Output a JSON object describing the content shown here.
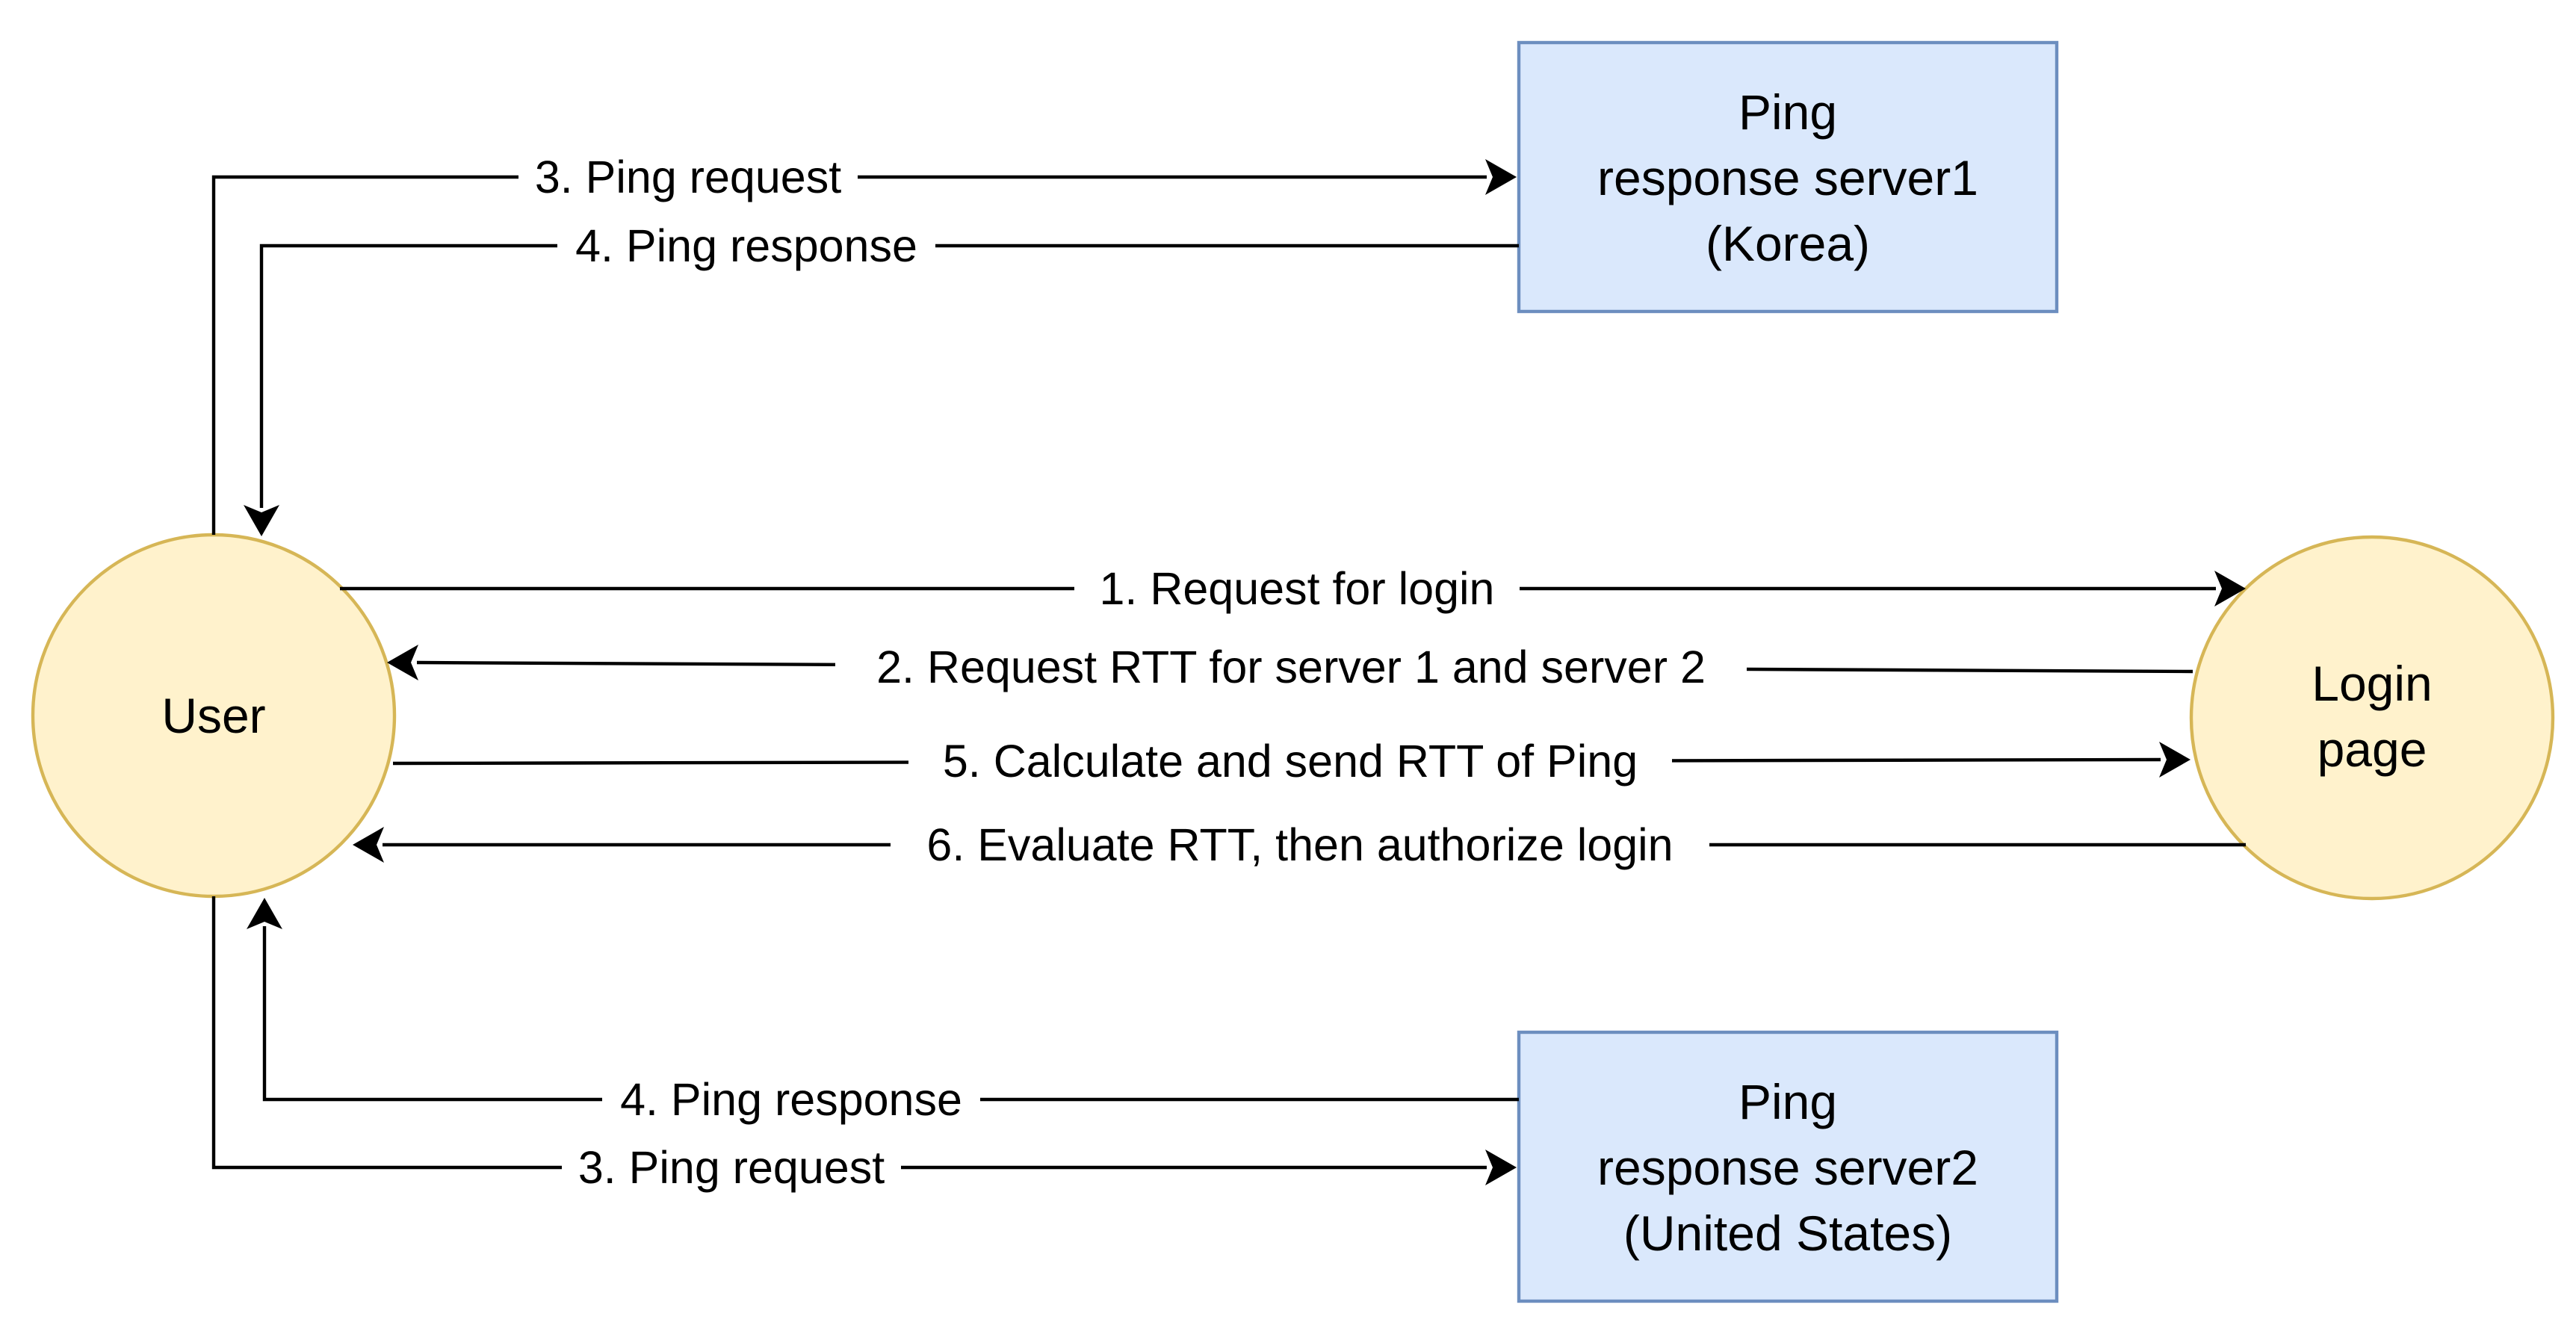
{
  "nodes": {
    "user": {
      "label": "User",
      "fill": "#fff2cc",
      "stroke": "#d6b656"
    },
    "login_page": {
      "label_lines": [
        "Login",
        "page"
      ],
      "fill": "#fff2cc",
      "stroke": "#d6b656"
    },
    "server1": {
      "label_lines": [
        "Ping",
        "response server1",
        "(Korea)"
      ],
      "fill": "#dae8fc",
      "stroke": "#6c8ebf"
    },
    "server2": {
      "label_lines": [
        "Ping",
        "response server2",
        "(United States)"
      ],
      "fill": "#dae8fc",
      "stroke": "#6c8ebf"
    }
  },
  "edges": {
    "login_request": "1. Request for login",
    "rtt_request": "2. Request RTT for server 1 and server 2",
    "ping_request_server1": "3. Ping request",
    "ping_response_server1": "4. Ping response",
    "send_rtt": "5. Calculate and send RTT of Ping",
    "authorize_login": "6. Evaluate RTT, then authorize login",
    "ping_response_server2": "4. Ping response",
    "ping_request_server2": "3. Ping request"
  }
}
